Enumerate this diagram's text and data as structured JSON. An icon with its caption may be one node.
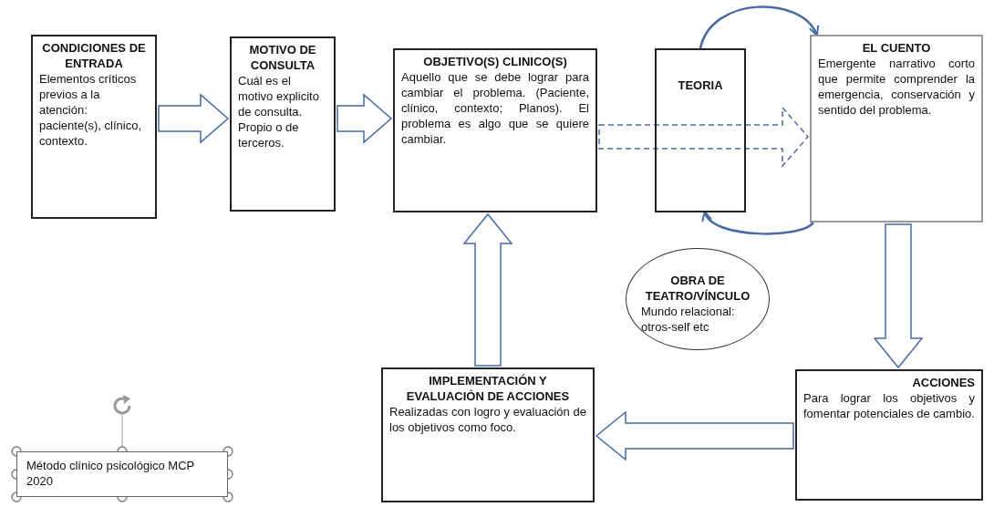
{
  "diagram": {
    "nodes": [
      {
        "text": [
          "CONDICIONES DE ENTRADA",
          "Elementos críticos previos a la atención: paciente(s), clínico, contexto."
        ]
      },
      {
        "text": [
          "MOTIVO DE CONSULTA",
          "Cuál es el motivo explicito de consulta. Propio o de terceros."
        ]
      },
      {
        "text": [
          "OBJETIVO(S) CLINICO(S)",
          "Aquello que se debe lograr para cambiar el problema. (Paciente, clínico, contexto; Planos). El problema es algo que se quiere cambiar."
        ]
      },
      {
        "text": [
          "TEORIA"
        ]
      },
      {
        "text": [
          "EL CUENTO",
          "Emergente narrativo corto que permite comprender la emergencia, conservación y sentido del problema."
        ]
      },
      {
        "text": [
          "OBRA DE TEATRO/VÍNCULO",
          "Mundo relacional: otros-self etc"
        ]
      },
      {
        "text": [
          "ACCIONES",
          "Para lograr los objetivos y fomentar potenciales de cambio."
        ]
      },
      {
        "text": [
          "IMPLEMENTACIÓN Y EVALUACIÓN DE ACCIONES",
          "Realizadas con logro y evaluación de los objetivos como foco."
        ]
      },
      {
        "text": [
          "Método clínico psicológico MCP 2020"
        ]
      }
    ],
    "edges": [
      {
        "from": 0,
        "to": 1,
        "arrow": "to"
      },
      {
        "from": 1,
        "to": 2,
        "arrow": "to"
      },
      {
        "from": 2,
        "to": 4,
        "arrow": "to",
        "style": "dashed"
      },
      {
        "from": 3,
        "to": 4,
        "arrow": "to"
      },
      {
        "from": 4,
        "to": 3,
        "arrow": "to"
      },
      {
        "from": 4,
        "to": 6,
        "arrow": "to"
      },
      {
        "from": 6,
        "to": 7,
        "arrow": "to"
      },
      {
        "from": 7,
        "to": 2,
        "arrow": "to"
      }
    ]
  }
}
